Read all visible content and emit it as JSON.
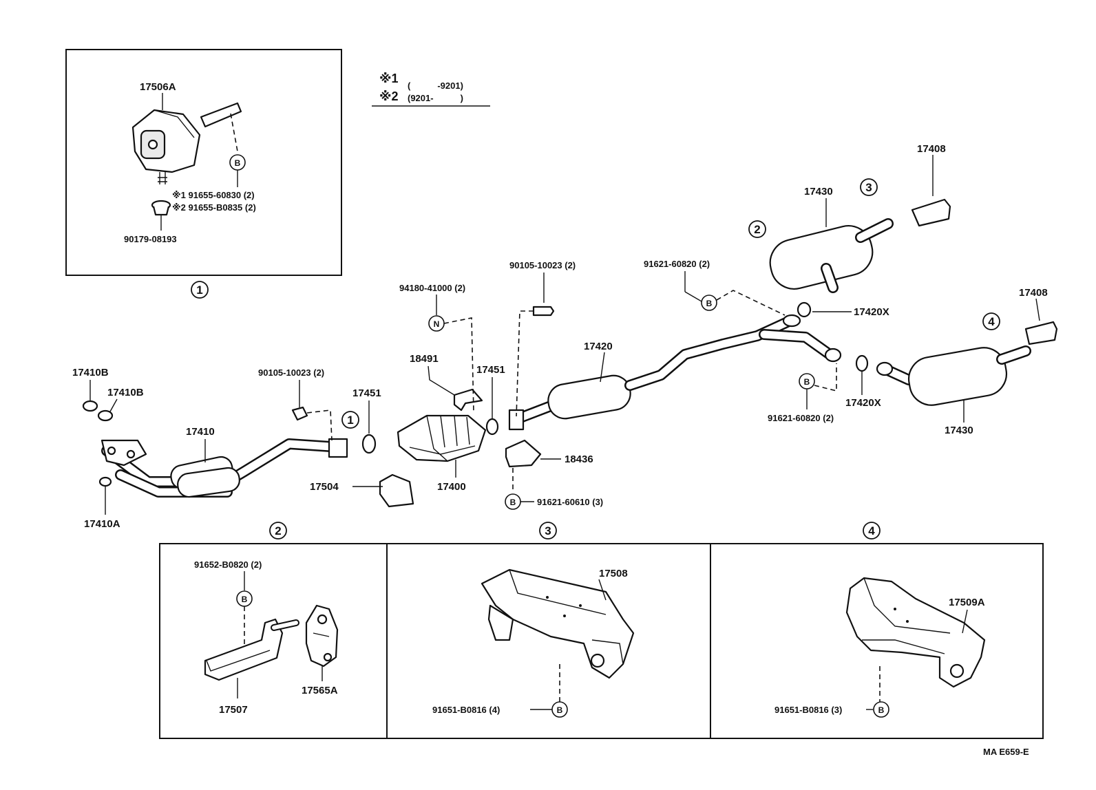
{
  "legend": {
    "row1": {
      "mark": "※1",
      "range": "(　　　-9201)"
    },
    "row2": {
      "mark": "※2",
      "range": "(9201-　　　)"
    }
  },
  "inset1": {
    "title_label": "17506A",
    "bolt_b_1": "※1 91655-60830 (2)",
    "bolt_b_2": "※2 91655-B0835 (2)",
    "nut_label": "90179-08193",
    "ref_mark": "B",
    "section_number": "1"
  },
  "main": {
    "label_17408_top": "17408",
    "label_17430_top": "17430",
    "label_17408_right": "17408",
    "label_17420x_top": "17420X",
    "label_17420x_bottom": "17420X",
    "label_17430_bottom": "17430",
    "label_17420": "17420",
    "label_91621_top": "91621-60820 (2)",
    "label_91621_mid": "91621-60820 (2)",
    "label_90105_top": "90105-10023 (2)",
    "label_94180": "94180-41000 (2)",
    "label_18491": "18491",
    "label_17451_a": "17451",
    "label_17451_b": "17451",
    "label_90105_left": "90105-10023 (2)",
    "label_17410b_a": "17410B",
    "label_17410b_b": "17410B",
    "label_17410": "17410",
    "label_17410a": "17410A",
    "label_17504": "17504",
    "label_17400": "17400",
    "label_18436": "18436",
    "label_91621_bottom": "91621-60610 (3)",
    "ref_b": "B",
    "ref_n": "N",
    "num_1": "1",
    "num_2": "2",
    "num_3": "3",
    "num_4": "4"
  },
  "bottom": {
    "sec2_number": "2",
    "sec3_number": "3",
    "sec4_number": "4",
    "sec2_bolt": "91652-B0820 (2)",
    "sec2_bracket": "17507",
    "sec2_hanger": "17565A",
    "sec3_bracket": "17508",
    "sec3_bolt": "91651-B0816 (4)",
    "sec4_bracket": "17509A",
    "sec4_bolt": "91651-B0816 (3)"
  },
  "footer_code": "MA E659-E"
}
